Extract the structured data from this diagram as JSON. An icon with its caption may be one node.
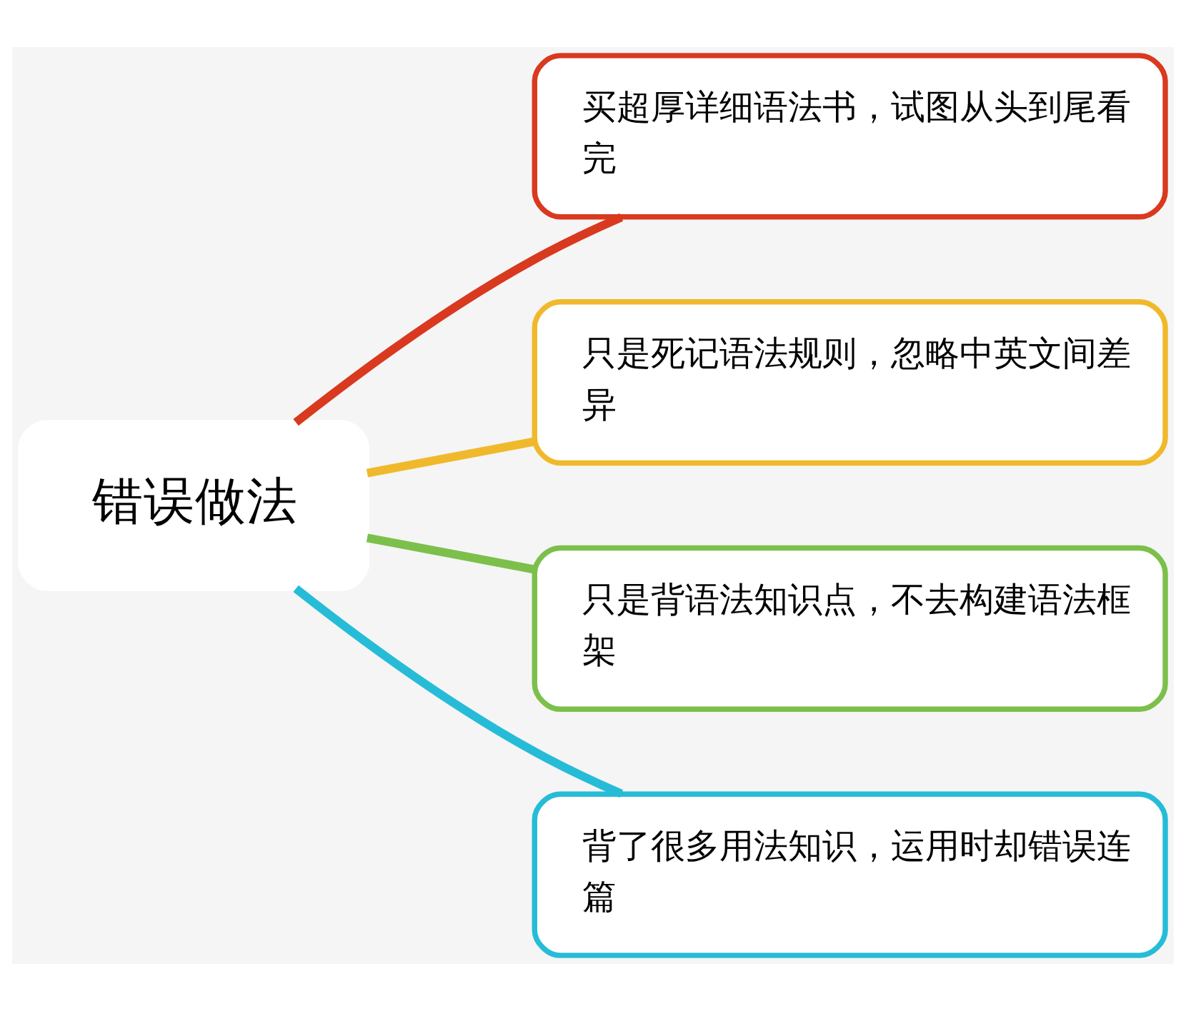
{
  "diagram": {
    "nodes": [
      {
        "text": [
          "错误做法"
        ]
      },
      {
        "text": [
          "买超厚详细语法书，试图从头到尾看完"
        ]
      },
      {
        "text": [
          "只是死记语法规则，忽略中英文间差异"
        ]
      },
      {
        "text": [
          "只是背语法知识点，不去构建语法框架"
        ]
      },
      {
        "text": [
          "背了很多用法知识，运用时却错误连篇"
        ]
      }
    ],
    "edges": [
      {
        "from": 0,
        "to": 1,
        "arrow": "none",
        "color": "#d9391f"
      },
      {
        "from": 0,
        "to": 2,
        "arrow": "none",
        "color": "#f0b92c"
      },
      {
        "from": 0,
        "to": 3,
        "arrow": "none",
        "color": "#7cc04b"
      },
      {
        "from": 0,
        "to": 4,
        "arrow": "none",
        "color": "#26bcd7"
      }
    ]
  }
}
